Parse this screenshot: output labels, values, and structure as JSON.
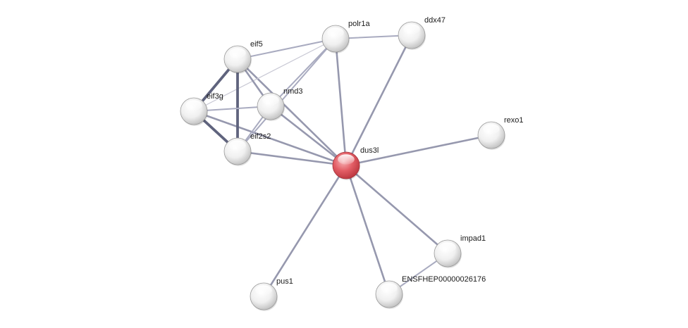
{
  "network": {
    "nodes": [
      {
        "id": "dus3l",
        "label": "dus3l",
        "query": true,
        "color": "#e0525a"
      },
      {
        "id": "polr1a",
        "label": "polr1a",
        "query": false,
        "color": "#ffffff"
      },
      {
        "id": "ddx47",
        "label": "ddx47",
        "query": false,
        "color": "#ffffff"
      },
      {
        "id": "eif5",
        "label": "eif5",
        "query": false,
        "color": "#ffffff"
      },
      {
        "id": "nmd3",
        "label": "nmd3",
        "query": false,
        "color": "#ffffff"
      },
      {
        "id": "eif3g",
        "label": "eif3g",
        "query": false,
        "color": "#ffffff"
      },
      {
        "id": "eif2s2",
        "label": "eif2s2",
        "query": false,
        "color": "#ffffff"
      },
      {
        "id": "rexo1",
        "label": "rexo1",
        "query": false,
        "color": "#ffffff"
      },
      {
        "id": "impad1",
        "label": "impad1",
        "query": false,
        "color": "#ffffff"
      },
      {
        "id": "ensfhep",
        "label": "ENSFHEP00000026176",
        "query": false,
        "color": "#ffffff"
      },
      {
        "id": "pus1",
        "label": "pus1",
        "query": false,
        "color": "#ffffff"
      }
    ],
    "edges": [
      {
        "source": "dus3l",
        "target": "polr1a",
        "strength": 2
      },
      {
        "source": "dus3l",
        "target": "ddx47",
        "strength": 2
      },
      {
        "source": "dus3l",
        "target": "eif5",
        "strength": 2
      },
      {
        "source": "dus3l",
        "target": "nmd3",
        "strength": 2
      },
      {
        "source": "dus3l",
        "target": "eif3g",
        "strength": 2
      },
      {
        "source": "dus3l",
        "target": "eif2s2",
        "strength": 2
      },
      {
        "source": "dus3l",
        "target": "rexo1",
        "strength": 2
      },
      {
        "source": "dus3l",
        "target": "impad1",
        "strength": 2
      },
      {
        "source": "dus3l",
        "target": "ensfhep",
        "strength": 2
      },
      {
        "source": "dus3l",
        "target": "pus1",
        "strength": 2
      },
      {
        "source": "polr1a",
        "target": "ddx47",
        "strength": 1
      },
      {
        "source": "polr1a",
        "target": "eif5",
        "strength": 1
      },
      {
        "source": "polr1a",
        "target": "eif3g",
        "strength": 0
      },
      {
        "source": "polr1a",
        "target": "nmd3",
        "strength": 1
      },
      {
        "source": "polr1a",
        "target": "eif2s2",
        "strength": 1
      },
      {
        "source": "eif5",
        "target": "eif3g",
        "strength": 3
      },
      {
        "source": "eif5",
        "target": "eif2s2",
        "strength": 3
      },
      {
        "source": "eif5",
        "target": "nmd3",
        "strength": 2
      },
      {
        "source": "eif3g",
        "target": "nmd3",
        "strength": 1
      },
      {
        "source": "eif3g",
        "target": "eif2s2",
        "strength": 3
      },
      {
        "source": "nmd3",
        "target": "eif2s2",
        "strength": 1
      },
      {
        "source": "impad1",
        "target": "ensfhep",
        "strength": 1
      }
    ]
  }
}
